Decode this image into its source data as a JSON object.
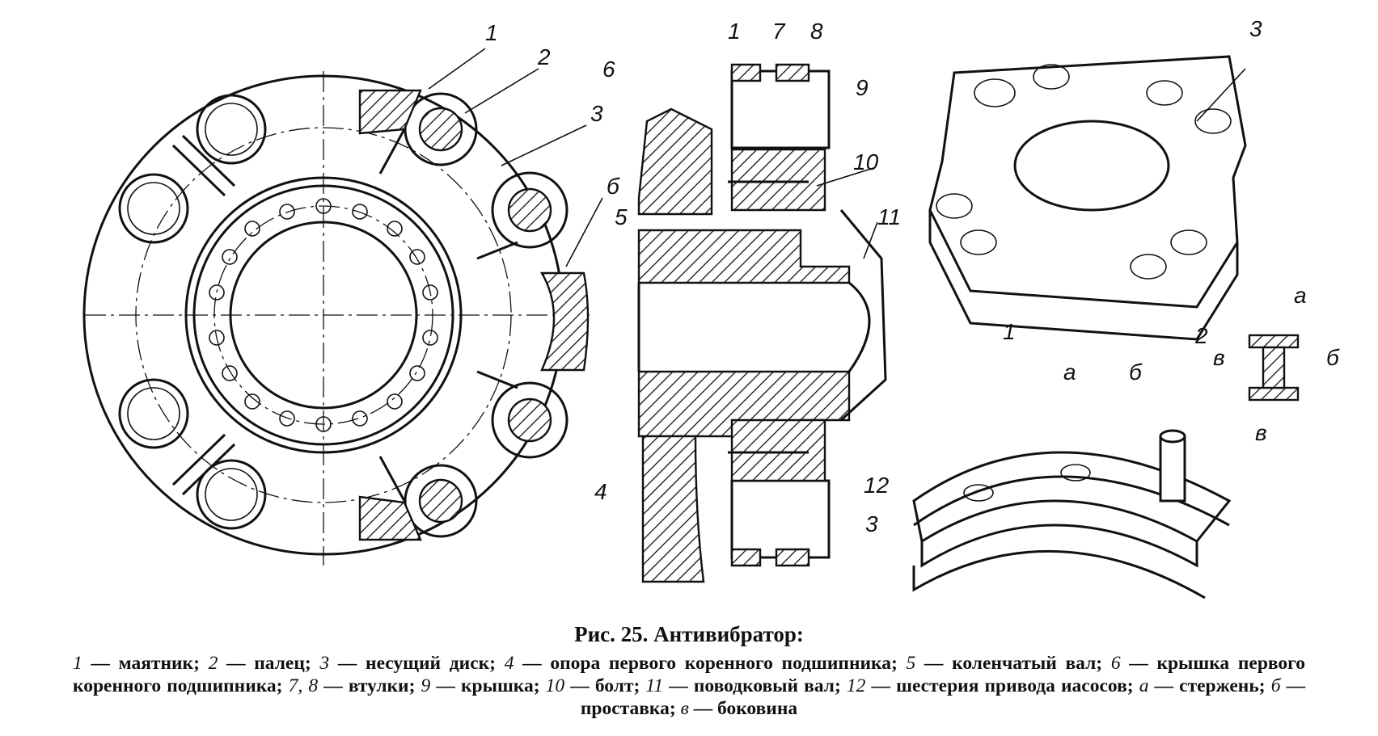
{
  "figure": {
    "title": "Рис. 25. Антивибратор:",
    "legend_entries": [
      {
        "key": "1",
        "text": "маятник;"
      },
      {
        "key": "2",
        "text": "палец;"
      },
      {
        "key": "3",
        "text": "несущий диск;"
      },
      {
        "key": "4",
        "text": "опора первого коренного подшипника;"
      },
      {
        "key": "5",
        "text": "коленчатый вал;"
      },
      {
        "key": "6",
        "text": "крышка первого коренного подшипника;"
      },
      {
        "key": "7, 8",
        "text": "втулки;"
      },
      {
        "key": "9",
        "text": "крышка;"
      },
      {
        "key": "10",
        "text": "болт;"
      },
      {
        "key": "11",
        "text": "поводковый вал;"
      },
      {
        "key": "12",
        "text": "шестерия привода иасосов;"
      },
      {
        "key": "а",
        "text": "стержень;"
      },
      {
        "key": "б",
        "text": "проставка;"
      },
      {
        "key": "в",
        "text": "боковина"
      }
    ]
  },
  "views": {
    "front": {
      "labels": [
        "1",
        "2",
        "3",
        "б"
      ]
    },
    "section": {
      "labels": [
        "6",
        "5",
        "4",
        "1",
        "7",
        "8",
        "9",
        "10",
        "11",
        "12",
        "3"
      ]
    },
    "disk_iso": {
      "labels": [
        "3"
      ]
    },
    "pendulum_iso": {
      "labels": [
        "1",
        "а",
        "б",
        "2",
        "в"
      ]
    },
    "detail": {
      "labels": [
        "а",
        "в",
        "б"
      ]
    }
  }
}
